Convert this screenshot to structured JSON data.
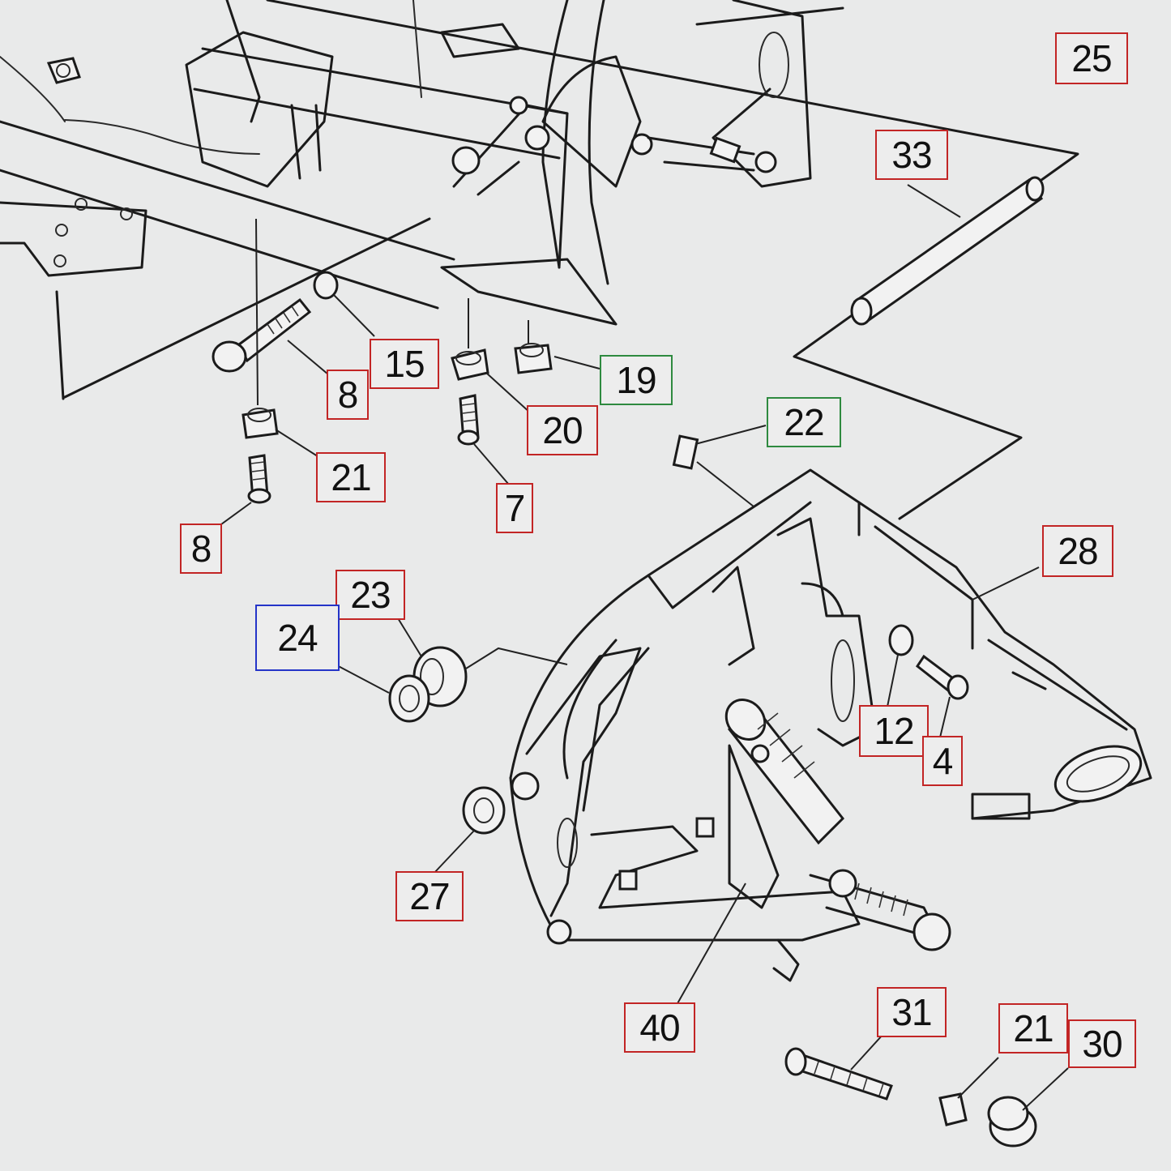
{
  "diagram": {
    "callouts": [
      {
        "id": "c25",
        "label": "25",
        "color": "#c22525"
      },
      {
        "id": "c33",
        "label": "33",
        "color": "#c22525"
      },
      {
        "id": "c15",
        "label": "15",
        "color": "#c22525"
      },
      {
        "id": "c8a",
        "label": "8",
        "color": "#c22525"
      },
      {
        "id": "c19",
        "label": "19",
        "color": "#2e8a3f"
      },
      {
        "id": "c20",
        "label": "20",
        "color": "#c22525"
      },
      {
        "id": "c21a",
        "label": "21",
        "color": "#c22525"
      },
      {
        "id": "c22",
        "label": "22",
        "color": "#2e8a3f"
      },
      {
        "id": "c7",
        "label": "7",
        "color": "#c22525"
      },
      {
        "id": "c8b",
        "label": "8",
        "color": "#c22525"
      },
      {
        "id": "c28",
        "label": "28",
        "color": "#c22525"
      },
      {
        "id": "c23",
        "label": "23",
        "color": "#c22525"
      },
      {
        "id": "c24",
        "label": "24",
        "color": "#2434c8"
      },
      {
        "id": "c12",
        "label": "12",
        "color": "#c22525"
      },
      {
        "id": "c4",
        "label": "4",
        "color": "#c22525"
      },
      {
        "id": "c27",
        "label": "27",
        "color": "#c22525"
      },
      {
        "id": "c40",
        "label": "40",
        "color": "#c22525"
      },
      {
        "id": "c31",
        "label": "31",
        "color": "#c22525"
      },
      {
        "id": "c21b",
        "label": "21",
        "color": "#c22525"
      },
      {
        "id": "c30",
        "label": "30",
        "color": "#c22525"
      }
    ]
  }
}
